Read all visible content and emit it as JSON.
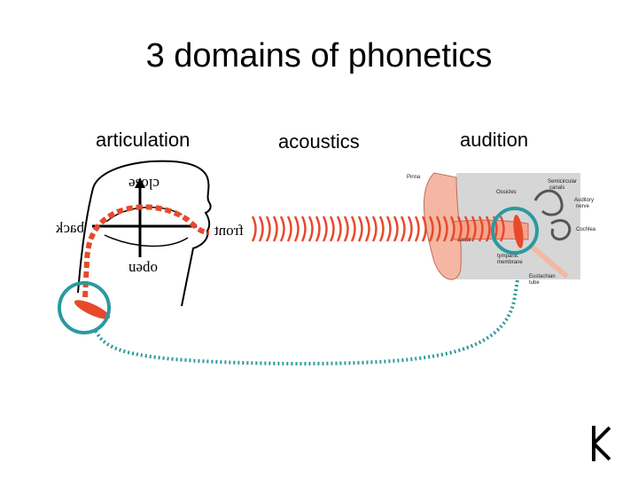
{
  "title": "3 domains of phonetics",
  "columns": {
    "articulation": "articulation",
    "acoustics": "acoustics",
    "audition": "audition"
  },
  "vowel_chart": {
    "close": "close",
    "open": "open",
    "back": "back",
    "front": "front"
  },
  "ear_labels": {
    "pinna": "Pinna",
    "ossicles": "Ossicles",
    "semicircular": "Semicircular",
    "canals": "canals",
    "auditory": "Auditory",
    "nerve": "nerve",
    "cochlea": "Cochlea",
    "canal": "canal",
    "tympanic": "tympanic",
    "membrane": "membrane",
    "eustachian": "Eustachian",
    "tube": "tube"
  },
  "colors": {
    "accent": "#e8492a",
    "circle": "#2a9aa0"
  },
  "icons": {
    "logo": "logo-icon"
  }
}
